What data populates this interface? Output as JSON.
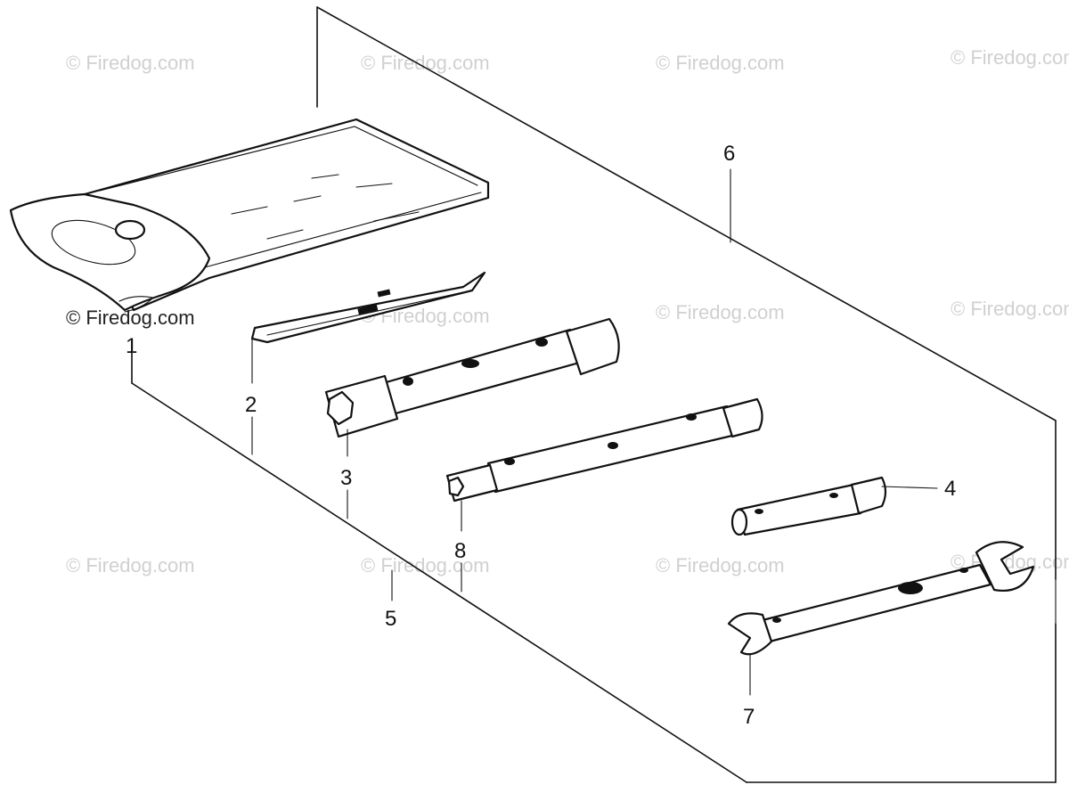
{
  "watermark": {
    "text": "© Firedog.com"
  },
  "callouts": [
    {
      "id": "1",
      "label": "1"
    },
    {
      "id": "2",
      "label": "2"
    },
    {
      "id": "3",
      "label": "3"
    },
    {
      "id": "4",
      "label": "4"
    },
    {
      "id": "5",
      "label": "5"
    },
    {
      "id": "6",
      "label": "6"
    },
    {
      "id": "7",
      "label": "7"
    },
    {
      "id": "8",
      "label": "8"
    }
  ]
}
